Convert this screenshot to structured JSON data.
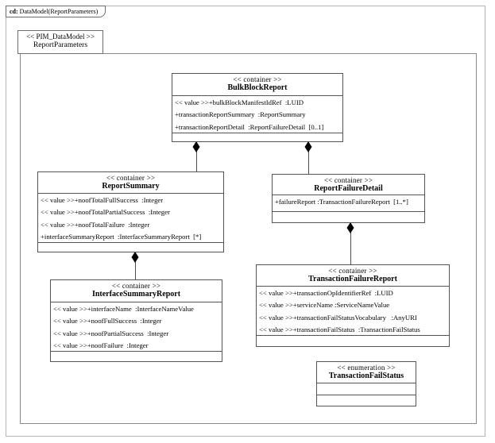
{
  "diagram": {
    "tab": {
      "keyword": "cd:",
      "title": " DataModel(ReportParameters)"
    },
    "package": {
      "stereotype": "<< PIM_DataModel >>",
      "name": "ReportParameters"
    },
    "colors": {
      "class_border": "#545454",
      "package_border": "#8a8a8a",
      "frame_border": "#b5b5b5",
      "connector_line": "#4f4f4f"
    }
  },
  "classes": [
    {
      "stereotype": "<< container >>",
      "name": "BulkBlockReport",
      "attributes": [
        "<< value >>+bulkBlockManifestIdRef  :LUID",
        "+transactionReportSummary  :ReportSummary",
        "+transactionReportDetail  :ReportFailureDetail  [0..1]"
      ]
    },
    {
      "stereotype": "<< container >>",
      "name": "ReportSummary",
      "attributes": [
        "<< value >>+noofTotalFullSuccess  :Integer",
        "<< value >>+noofTotalPartialSuccess  :Integer",
        "<< value >>+noofTotalFailure  :Integer",
        "+interfaceSummaryReport  :InterfaceSummaryReport  [*]"
      ]
    },
    {
      "stereotype": "<< container >>",
      "name": "ReportFailureDetail",
      "attributes": [
        "+failureReport :TransactionFailureReport  [1..*]"
      ]
    },
    {
      "stereotype": "<< container >>",
      "name": "InterfaceSummaryReport",
      "attributes": [
        "<< value >>+interfaceName  :InterfaceNameValue",
        "<< value >>+noofFullSuccess  :Integer",
        "<< value >>+noofPartialSuccess  :Integer",
        "<< value >>+noofFailure  :Integer"
      ]
    },
    {
      "stereotype": "<< container >>",
      "name": "TransactionFailureReport",
      "attributes": [
        "<< value >>+transactionOpIdentifierRef  :LUID",
        "<< value >>+serviceName :ServiceNameValue",
        "<< value >>+transactionFailStatusVocabulary   :AnyURI",
        "<< value >>+transactionFailStatus  :TransactionFailStatus"
      ]
    },
    {
      "stereotype": "<< enumeration >>",
      "name": "TransactionFailStatus",
      "attributes": []
    }
  ],
  "relationships": [
    {
      "type": "composition",
      "from": "BulkBlockReport",
      "to": "ReportSummary"
    },
    {
      "type": "composition",
      "from": "BulkBlockReport",
      "to": "ReportFailureDetail"
    },
    {
      "type": "composition",
      "from": "ReportSummary",
      "to": "InterfaceSummaryReport"
    },
    {
      "type": "composition",
      "from": "ReportFailureDetail",
      "to": "TransactionFailureReport"
    }
  ]
}
